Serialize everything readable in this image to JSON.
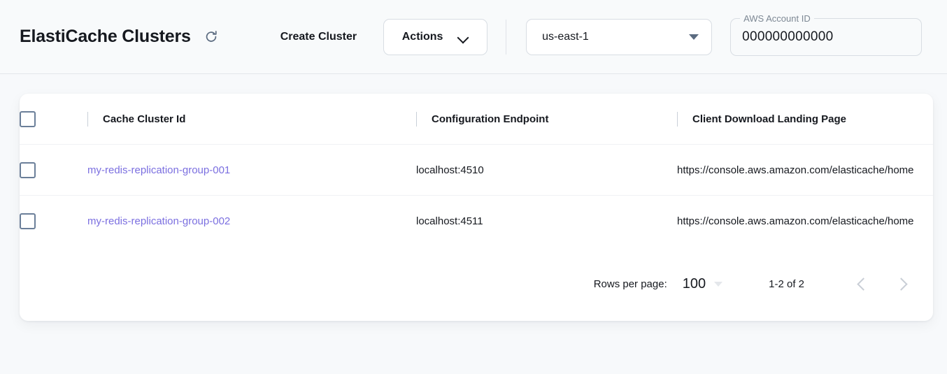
{
  "header": {
    "title": "ElastiCache Clusters",
    "refresh_icon": "refresh-icon",
    "create_button": "Create Cluster",
    "actions_button": "Actions",
    "actions_chevron_icon": "chevron-down-icon",
    "region": {
      "value": "us-east-1",
      "caret_icon": "caret-down-icon"
    },
    "account": {
      "label": "AWS Account ID",
      "value": "000000000000"
    }
  },
  "table": {
    "columns": [
      "Cache Cluster Id",
      "Configuration Endpoint",
      "Client Download Landing Page"
    ],
    "rows": [
      {
        "cluster_id": "my-redis-replication-group-001",
        "endpoint": "localhost:4510",
        "landing_page": "https://console.aws.amazon.com/elasticache/home"
      },
      {
        "cluster_id": "my-redis-replication-group-002",
        "endpoint": "localhost:4511",
        "landing_page": "https://console.aws.amazon.com/elasticache/home"
      }
    ]
  },
  "pagination": {
    "rows_per_page_label": "Rows per page:",
    "rows_per_page_value": "100",
    "range": "1-2 of 2",
    "prev_icon": "chevron-left-icon",
    "next_icon": "chevron-right-icon"
  },
  "colors": {
    "link": "#7b6fe0",
    "page_background": "#f7f9fb",
    "card_background": "#ffffff",
    "text": "#16191f"
  }
}
